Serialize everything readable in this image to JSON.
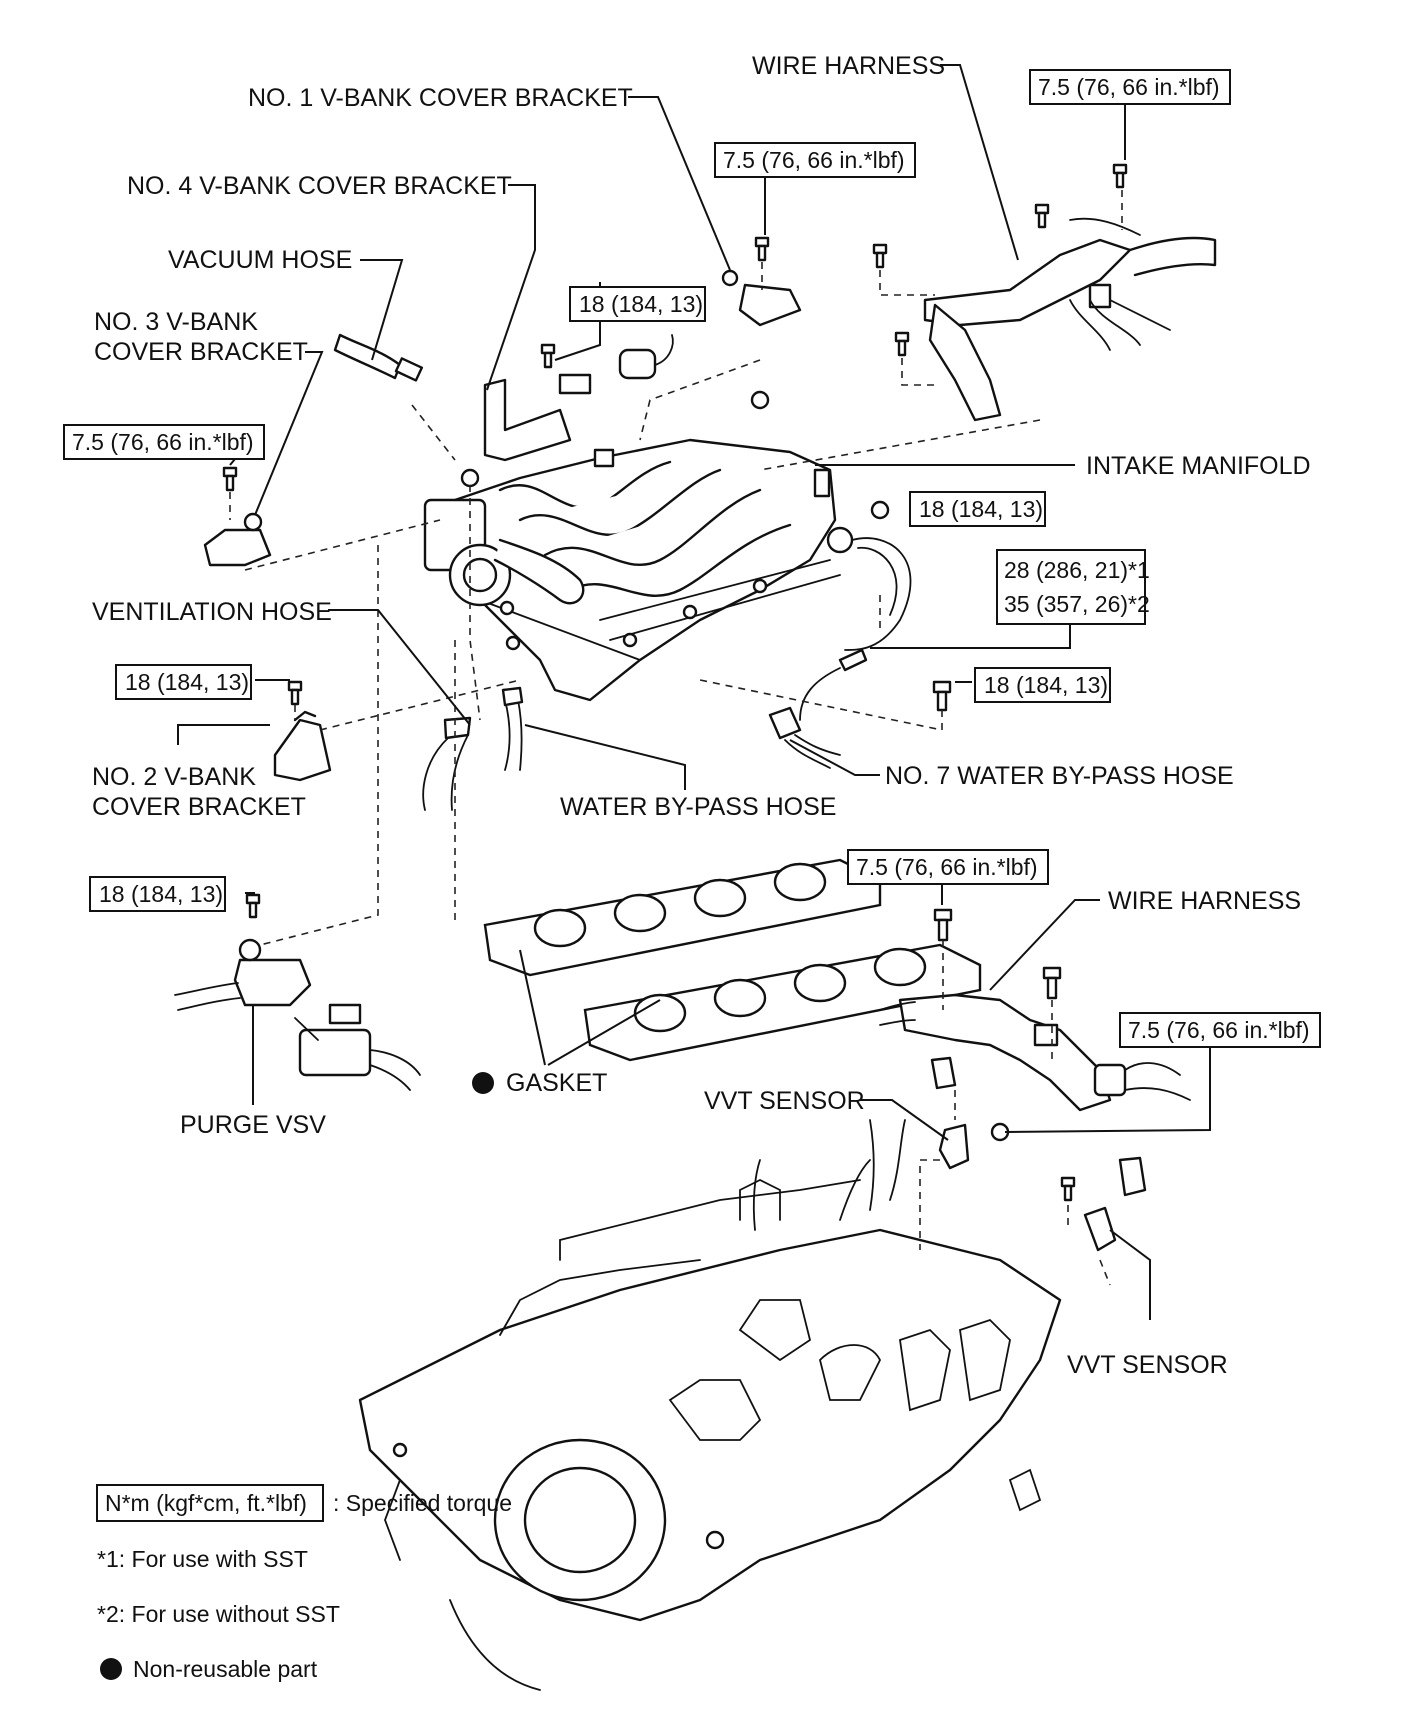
{
  "labels": {
    "no1_bracket": "NO. 1 V-BANK COVER BRACKET",
    "no4_bracket": "NO. 4 V-BANK COVER BRACKET",
    "vacuum_hose": "VACUUM HOSE",
    "no3_bracket_l1": "NO. 3 V-BANK",
    "no3_bracket_l2": "COVER BRACKET",
    "wire_harness_top": "WIRE HARNESS",
    "intake_manifold": "INTAKE MANIFOLD",
    "ventilation_hose": "VENTILATION HOSE",
    "no2_bracket_l1": "NO. 2 V-BANK",
    "no2_bracket_l2": "COVER BRACKET",
    "water_bypass_hose": "WATER BY-PASS HOSE",
    "no7_water_bypass_hose": "NO. 7 WATER BY-PASS HOSE",
    "wire_harness_bottom": "WIRE HARNESS",
    "gasket": "GASKET",
    "purge_vsv": "PURGE VSV",
    "vvt_sensor_upper": "VVT SENSOR",
    "vvt_sensor_lower": "VVT SENSOR"
  },
  "torques": {
    "t_top_right": "7.5 (76, 66 in.*lbf)",
    "t_no1_bracket": "7.5 (76, 66 in.*lbf)",
    "t_no4_bracket": "18 (184, 13)",
    "t_no3_bracket": "7.5 (76, 66 in.*lbf)",
    "t_manifold_right": "18 (184, 13)",
    "t_delivery_pipe_1": "28 (286, 21)*1",
    "t_delivery_pipe_2": "35 (357, 26)*2",
    "t_no2_bracket": "18 (184, 13)",
    "t_lower_right_bolt": "18 (184, 13)",
    "t_purge_vsv": "18 (184, 13)",
    "t_harness_lower": "7.5 (76, 66 in.*lbf)",
    "t_vvt_sensor": "7.5 (76, 66 in.*lbf)"
  },
  "legend": {
    "torque_box": "N*m (kgf*cm, ft.*lbf)",
    "torque_desc": ": Specified torque",
    "note1": "*1: For use with SST",
    "note2": "*2: For use without SST",
    "nonreusable": "Non-reusable part"
  }
}
